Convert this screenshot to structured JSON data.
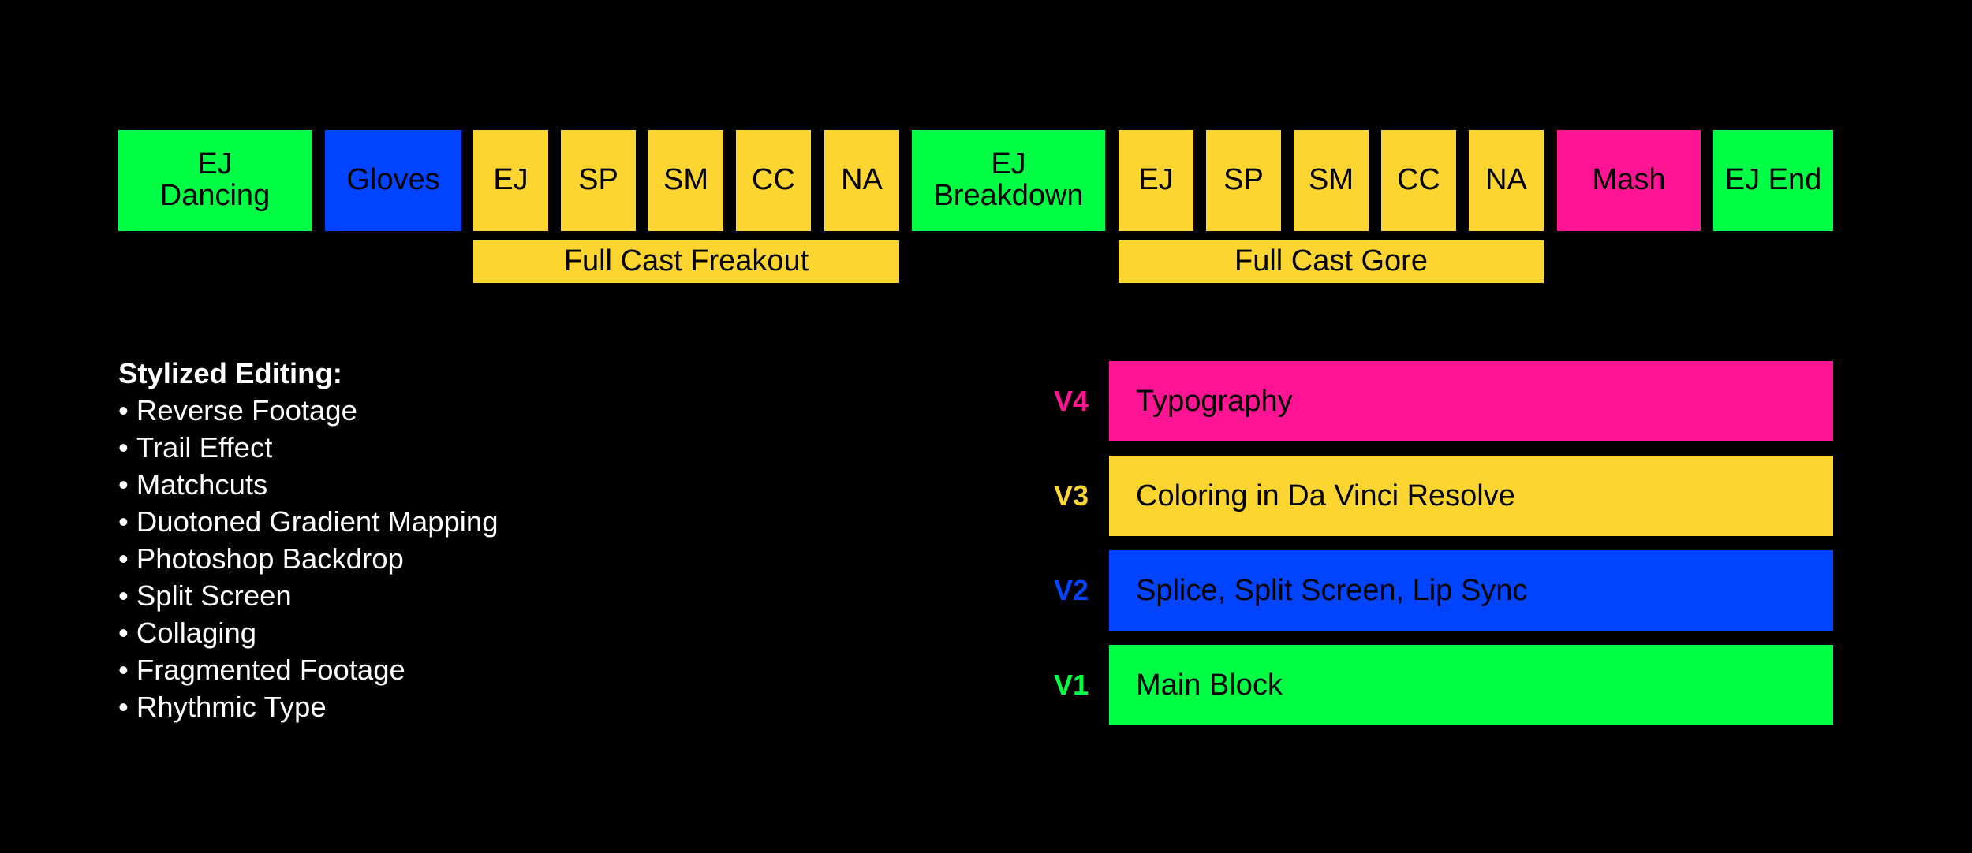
{
  "colors": {
    "green": "#00ff44",
    "blue": "#0044ff",
    "yellow": "#fdd531",
    "pink": "#ff1493",
    "background": "#000000",
    "text_light": "#ffffff"
  },
  "timeline": {
    "blocks": [
      {
        "label": "EJ\nDancing",
        "color": "#00ff44"
      },
      {
        "label": "Gloves",
        "color": "#0044ff"
      },
      {
        "label": "EJ",
        "color": "#fdd531"
      },
      {
        "label": "SP",
        "color": "#fdd531"
      },
      {
        "label": "SM",
        "color": "#fdd531"
      },
      {
        "label": "CC",
        "color": "#fdd531"
      },
      {
        "label": "NA",
        "color": "#fdd531"
      },
      {
        "label": "EJ\nBreakdown",
        "color": "#00ff44"
      },
      {
        "label": "EJ",
        "color": "#fdd531"
      },
      {
        "label": "SP",
        "color": "#fdd531"
      },
      {
        "label": "SM",
        "color": "#fdd531"
      },
      {
        "label": "CC",
        "color": "#fdd531"
      },
      {
        "label": "NA",
        "color": "#fdd531"
      },
      {
        "label": "Mash",
        "color": "#ff1493"
      },
      {
        "label": "EJ End",
        "color": "#00ff44"
      }
    ],
    "groups": [
      {
        "label": "Full Cast Freakout",
        "color": "#fdd531"
      },
      {
        "label": "Full Cast Gore",
        "color": "#fdd531"
      }
    ]
  },
  "notes": {
    "heading": "Stylized Editing:",
    "items": [
      "Reverse Footage",
      "Trail Effect",
      "Matchcuts",
      "Duotoned Gradient Mapping",
      "Photoshop Backdrop",
      "Split Screen",
      "Collaging",
      "Fragmented Footage",
      "Rhythmic Type"
    ]
  },
  "tracks": [
    {
      "id": "V4",
      "label": "Typography",
      "color": "#ff1493"
    },
    {
      "id": "V3",
      "label": "Coloring in Da Vinci Resolve",
      "color": "#fdd531"
    },
    {
      "id": "V2",
      "label": "Splice, Split Screen, Lip Sync",
      "color": "#0044ff"
    },
    {
      "id": "V1",
      "label": "Main Block",
      "color": "#00ff44"
    }
  ]
}
